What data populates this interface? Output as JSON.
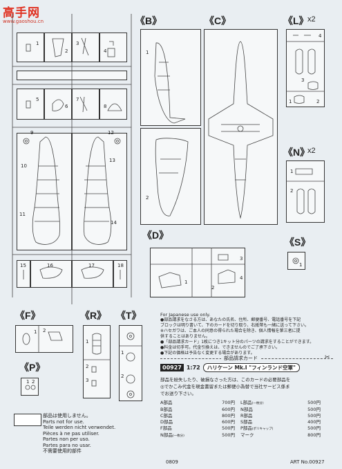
{
  "watermark": {
    "site": "高手网",
    "url": "www.gaoshou.cn"
  },
  "sections": {
    "B": "《B》",
    "C": "《C》",
    "L": "《L》",
    "L_qty": "x2",
    "N": "《N》",
    "N_qty": "x2",
    "D": "《D》",
    "S": "《S》",
    "F": "《F》",
    "R": "《R》",
    "T": "《T》",
    "P": "《P》"
  },
  "frame_numbers": {
    "n1": "1",
    "n2": "2",
    "n3": "3",
    "n4": "4",
    "n5": "5",
    "n6": "6",
    "n7": "7",
    "n8": "8",
    "n9": "9",
    "n10": "10",
    "n11": "11",
    "n12": "12",
    "n13": "13",
    "n14": "14",
    "n15": "15",
    "n16": "16",
    "n17": "17",
    "n18": "18"
  },
  "b_numbers": {
    "b1": "1",
    "b2": "2"
  },
  "l_numbers": {
    "l1": "1",
    "l2": "2",
    "l3": "3",
    "l4": "4"
  },
  "n_numbers": {
    "n1": "1",
    "n2": "2"
  },
  "d_numbers": {
    "d1": "1",
    "d2": "2",
    "d3": "3",
    "d4": "4"
  },
  "s_numbers": {
    "s1": "1"
  },
  "r_numbers": {
    "r1": "1",
    "r2": "2",
    "r3": "3"
  },
  "t_numbers": {
    "t1": "1",
    "t2": "2"
  },
  "f_numbers": {
    "f1": "1",
    "f2": "2"
  },
  "p_numbers": {
    "p1": "1",
    "p2": "2"
  },
  "notes": {
    "for_japan": "For Japanese use only.",
    "line1": "●部品請求をなさる方は、あなたの氏名、住所、郵便番号、電話番号を下記",
    "line2": "ブロックは明り書いて、下のカードを切り取り、右紙幣も一緒に送って下さい。",
    "line3": "※ハセガワは、ご本人の同意の得られた場合を除き、個人情報を第三者に提",
    "line4": "供することはありません。",
    "line5": "●「部品請求カード」1枚につき1キット分のパーツの請求をすることができます。",
    "line6": "●料金は切手可。代金引換えは、できませんのでご了承下さい。",
    "line7": "●下記の価格は予告なく変更する場合があります。"
  },
  "card": {
    "header": "部品請求カード",
    "code": "00927",
    "scale": "1:72",
    "title": "ハリケーン Mk.I \"フィンランド空軍\"",
    "desc1": "部品を紛失したり、破損なさった方は、このカードの必要部品を",
    "desc2": "◎でかこみ代金を現金書留または郵便小為替で当社サービス係ま",
    "desc3": "でお送り下さい。",
    "prices": [
      {
        "part": "A部品",
        "price": "700円",
        "part2": "L部品",
        "note2": "(一枚分)",
        "price2": "500円"
      },
      {
        "part": "B部品",
        "price": "600円",
        "part2": "N部品",
        "note2": "",
        "price2": "500円"
      },
      {
        "part": "C部品",
        "price": "800円",
        "part2": "R部品",
        "note2": "",
        "price2": "500円"
      },
      {
        "part": "D部品",
        "price": "600円",
        "part2": "S部品",
        "note2": "",
        "price2": "400円"
      },
      {
        "part": "F部品",
        "price": "500円",
        "part2": "P部品",
        "note2": "(ポリキャップ)",
        "price2": "500円"
      },
      {
        "part": "N部品",
        "note": "(一枚分)",
        "price": "500円",
        "part2": "マーク",
        "note2": "",
        "price2": "800円"
      }
    ],
    "footer_code": "0809",
    "art_no": "ART No.00927"
  },
  "parts_not_used": [
    "部品は使用しません。",
    "Parts not for use.",
    "Teile werden nicht verwendet.",
    "Pièces à ne pas utiliser.",
    "Partes non per uso.",
    "Partes para no usar.",
    "不需要使用的部件"
  ]
}
